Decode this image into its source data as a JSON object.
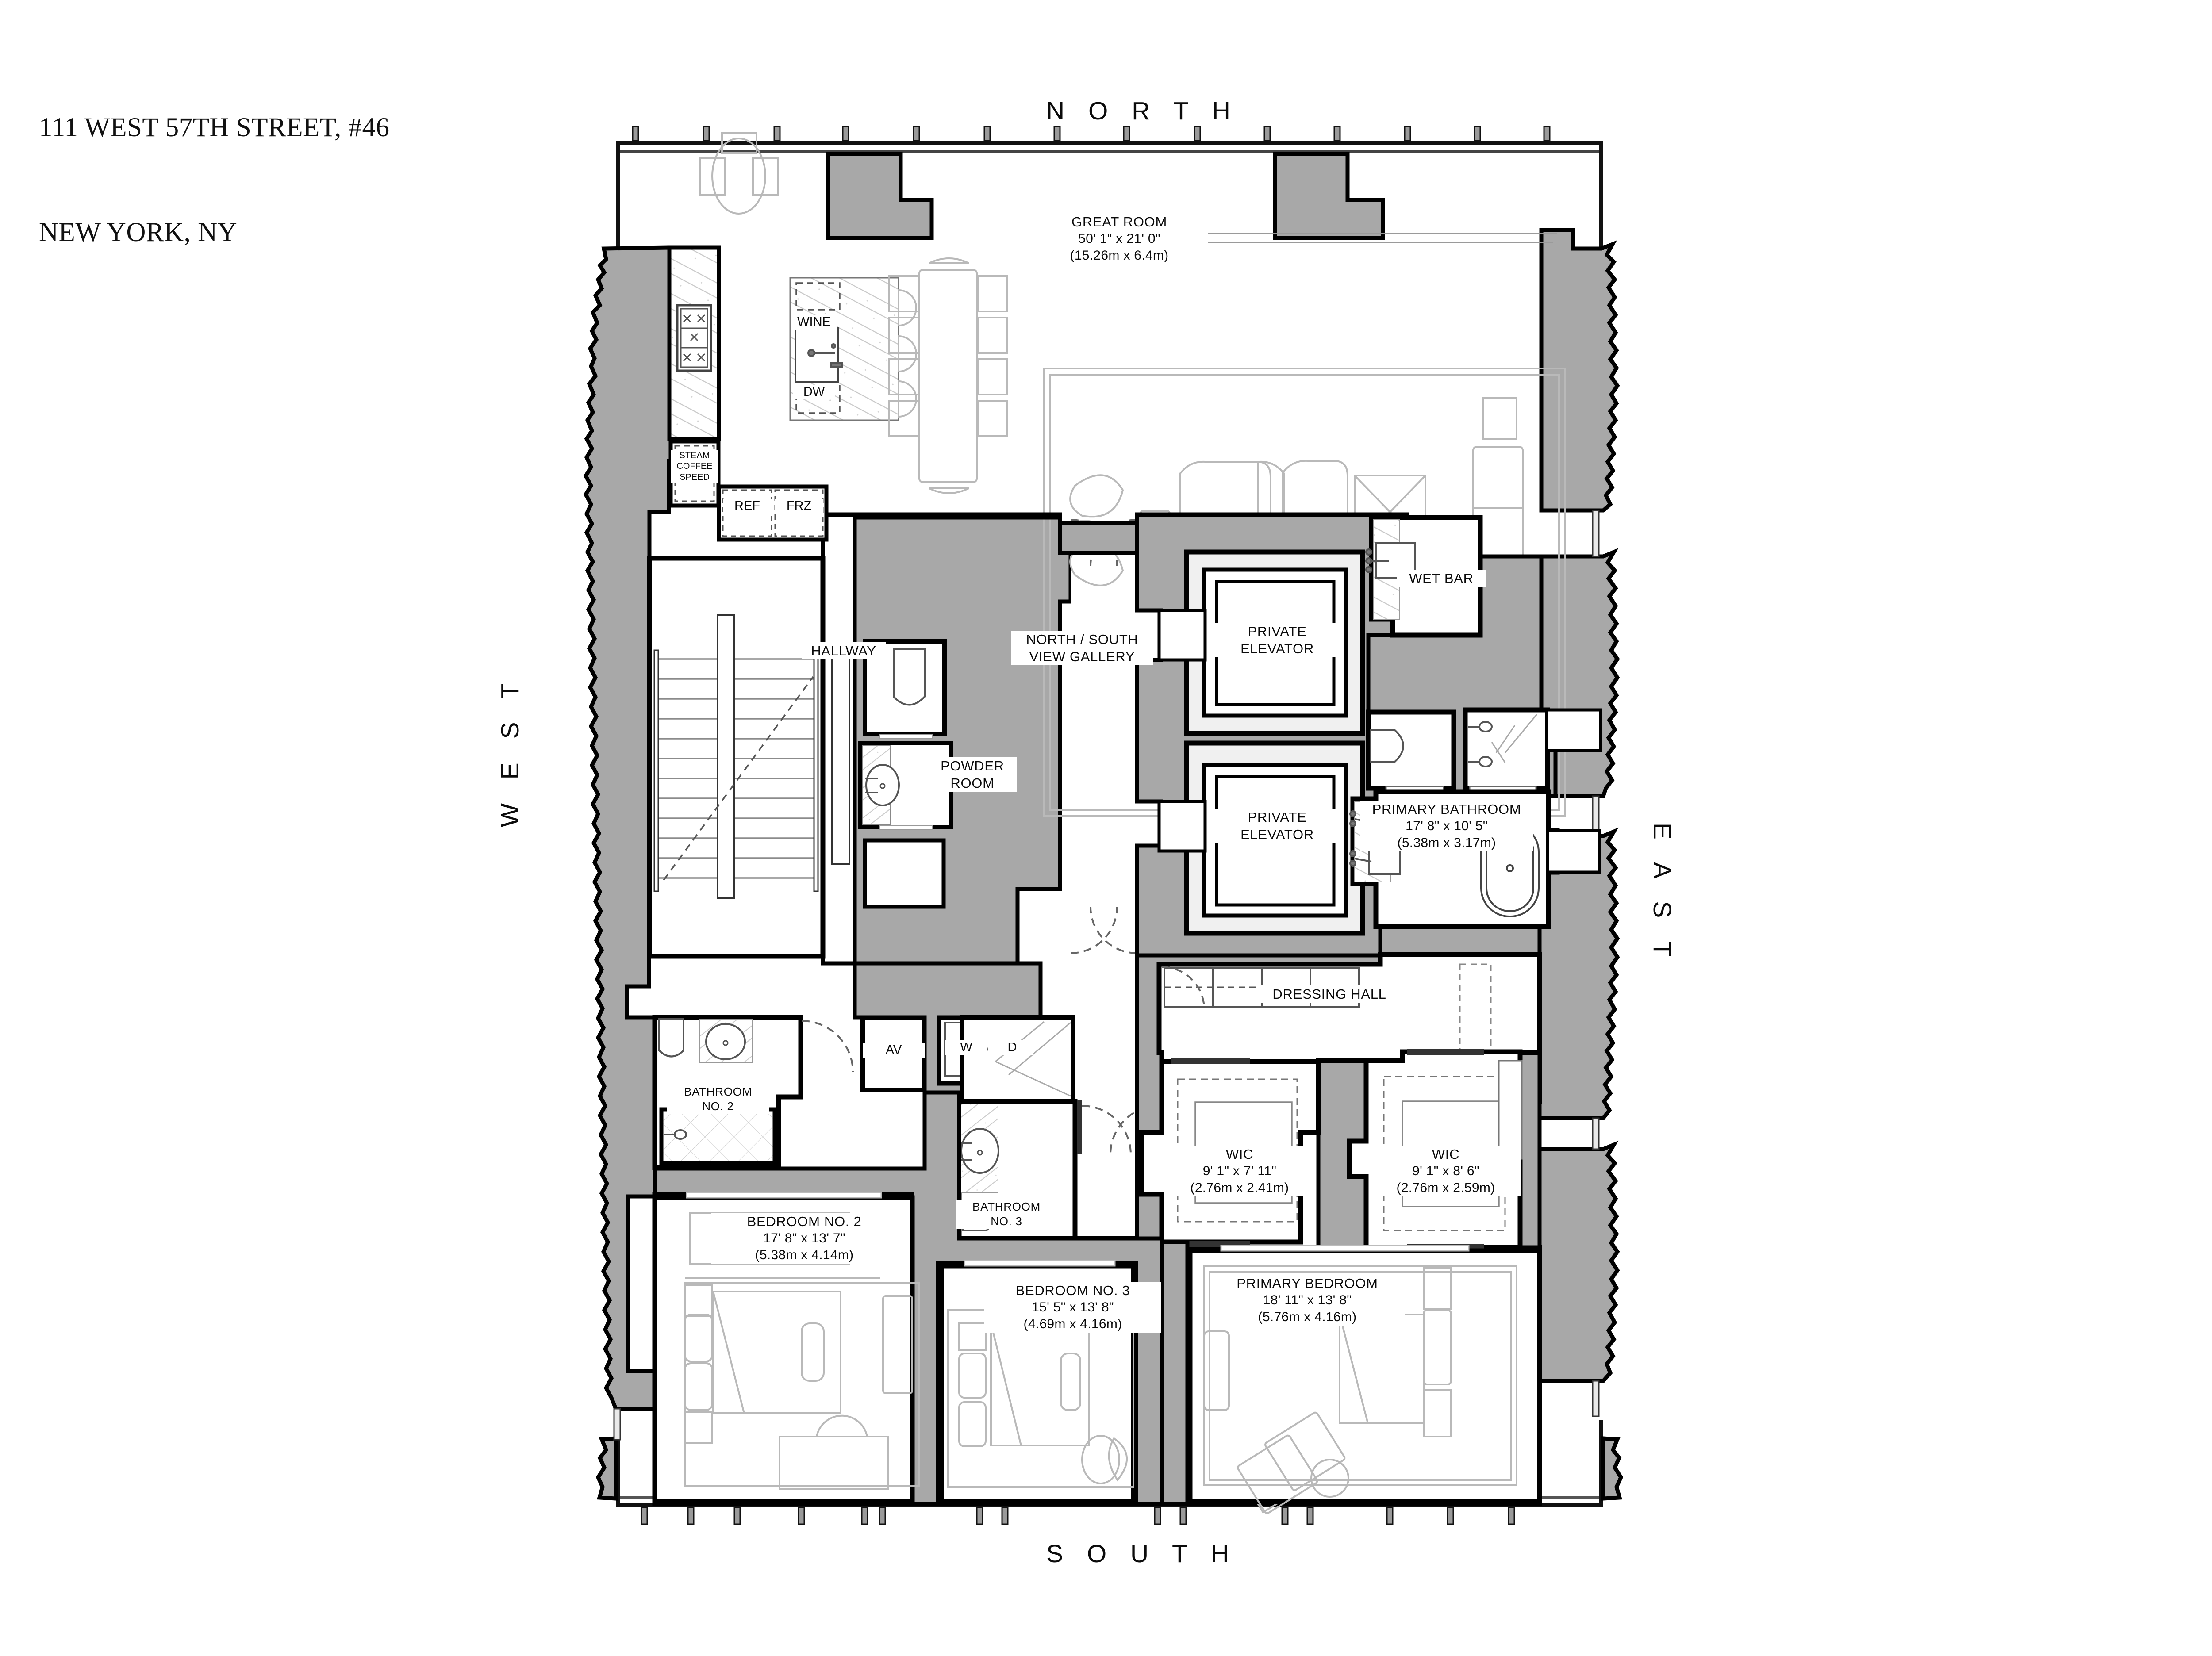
{
  "title": {
    "line1": "111 WEST 57TH STREET, #46",
    "line2": "NEW YORK, NY"
  },
  "compass": {
    "north": "N O R T H",
    "south": "S O U T H",
    "west": "W E S T",
    "east": "E A S T"
  },
  "colors": {
    "wall_fill": "#a8a8a8",
    "wall_stroke": "#000000",
    "shaft_fill": "#f0f0f0",
    "furniture_stroke": "#b9b9b9",
    "text": "#0a0a0a",
    "paper": "#ffffff"
  },
  "rooms": [
    {
      "id": "great-room",
      "name": "GREAT ROOM",
      "dim_ft": "50' 1\" x 21' 0\"",
      "dim_m": "(15.26m x 6.4m)"
    },
    {
      "id": "hallway",
      "name": "HALLWAY",
      "dim_ft": "",
      "dim_m": ""
    },
    {
      "id": "north-south-view-gallery",
      "name": "NORTH / SOUTH\nVIEW GALLERY",
      "dim_ft": "",
      "dim_m": ""
    },
    {
      "id": "powder-room",
      "name": "POWDER\nROOM",
      "dim_ft": "",
      "dim_m": ""
    },
    {
      "id": "private-elevator-1",
      "name": "PRIVATE\nELEVATOR",
      "dim_ft": "",
      "dim_m": ""
    },
    {
      "id": "private-elevator-2",
      "name": "PRIVATE\nELEVATOR",
      "dim_ft": "",
      "dim_m": ""
    },
    {
      "id": "wet-bar",
      "name": "WET BAR",
      "dim_ft": "",
      "dim_m": ""
    },
    {
      "id": "primary-bathroom",
      "name": "PRIMARY BATHROOM",
      "dim_ft": "17' 8\" x 10' 5\"",
      "dim_m": "(5.38m x 3.17m)"
    },
    {
      "id": "dressing-hall",
      "name": "DRESSING HALL",
      "dim_ft": "",
      "dim_m": ""
    },
    {
      "id": "bathroom-no-2",
      "name": "BATHROOM\nNO. 2",
      "dim_ft": "",
      "dim_m": ""
    },
    {
      "id": "bathroom-no-3",
      "name": "BATHROOM\nNO. 3",
      "dim_ft": "",
      "dim_m": ""
    },
    {
      "id": "bedroom-no-2",
      "name": "BEDROOM NO. 2",
      "dim_ft": "17' 8\" x 13' 7\"",
      "dim_m": "(5.38m x 4.14m)"
    },
    {
      "id": "bedroom-no-3",
      "name": "BEDROOM NO. 3",
      "dim_ft": "15' 5\" x 13' 8\"",
      "dim_m": "(4.69m x 4.16m)"
    },
    {
      "id": "primary-bedroom",
      "name": "PRIMARY BEDROOM",
      "dim_ft": "18' 11\" x 13' 8\"",
      "dim_m": "(5.76m x 4.16m)"
    },
    {
      "id": "wic-left",
      "name": "WIC",
      "dim_ft": "9' 1\" x 7' 11\"",
      "dim_m": "(2.76m x 2.41m)"
    },
    {
      "id": "wic-right",
      "name": "WIC",
      "dim_ft": "9' 1\" x 8' 6\"",
      "dim_m": "(2.76m x 2.59m)"
    }
  ],
  "labels": {
    "great_room_name": "GREAT ROOM",
    "great_room_dim_ft": "50' 1\" x 21' 0\"",
    "great_room_dim_m": "(15.26m x 6.4m)",
    "hallway": "HALLWAY",
    "gallery_l1": "NORTH / SOUTH",
    "gallery_l2": "VIEW GALLERY",
    "powder_l1": "POWDER",
    "powder_l2": "ROOM",
    "elevator_l1": "PRIVATE",
    "elevator_l2": "ELEVATOR",
    "wet_bar": "WET BAR",
    "primary_bath_name": "PRIMARY BATHROOM",
    "primary_bath_dim_ft": "17' 8\" x 10' 5\"",
    "primary_bath_dim_m": "(5.38m x 3.17m)",
    "dressing_hall": "DRESSING HALL",
    "bath2_l1": "BATHROOM",
    "bath2_l2": "NO. 2",
    "bath3_l1": "BATHROOM",
    "bath3_l2": "NO. 3",
    "bed2_name": "BEDROOM NO. 2",
    "bed2_dim_ft": "17' 8\" x 13' 7\"",
    "bed2_dim_m": "(5.38m x 4.14m)",
    "bed3_name": "BEDROOM NO. 3",
    "bed3_dim_ft": "15' 5\" x 13' 8\"",
    "bed3_dim_m": "(4.69m x 4.16m)",
    "primary_bed_name": "PRIMARY BEDROOM",
    "primary_bed_dim_ft": "18' 11\" x 13' 8\"",
    "primary_bed_dim_m": "(5.76m x 4.16m)",
    "wic_l_name": "WIC",
    "wic_l_dim_ft": "9' 1\" x 7' 11\"",
    "wic_l_dim_m": "(2.76m x 2.41m)",
    "wic_r_name": "WIC",
    "wic_r_dim_ft": "9' 1\" x 8' 6\"",
    "wic_r_dim_m": "(2.76m x 2.59m)"
  },
  "appliances": [
    {
      "id": "wine",
      "label": "WINE"
    },
    {
      "id": "dishwasher",
      "label": "DW"
    },
    {
      "id": "steam-coffee-speed",
      "label": "STEAM\nCOFFEE\nSPEED"
    },
    {
      "id": "refrigerator",
      "label": "REF"
    },
    {
      "id": "freezer",
      "label": "FRZ"
    },
    {
      "id": "av-closet",
      "label": "AV"
    },
    {
      "id": "washer",
      "label": "W"
    },
    {
      "id": "dryer",
      "label": "D"
    }
  ],
  "appliance_labels": {
    "wine": "WINE",
    "dw": "DW",
    "steam_coffee_speed": "STEAM\nCOFFEE\nSPEED",
    "ref": "REF",
    "frz": "FRZ",
    "av": "AV",
    "w": "W",
    "d": "D"
  }
}
